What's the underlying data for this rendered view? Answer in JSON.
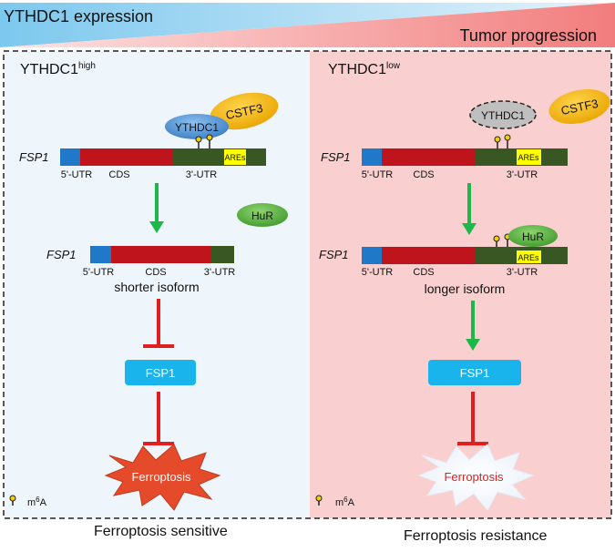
{
  "header": {
    "expression_label": "YTHDC1 expression",
    "progression_label": "Tumor progression"
  },
  "left_panel": {
    "title_base": "YTHDC1",
    "title_sup": "high",
    "protein_ythdc1": "YTHDC1",
    "protein_cstf3": "CSTF3",
    "protein_hur": "HuR",
    "gene_label_1": "FSP1",
    "gene_label_2": "FSP1",
    "utr5_label": "5'-UTR",
    "cds_label": "CDS",
    "utr3_label": "3'-UTR",
    "utr5_label_2": "5'-UTR",
    "cds_label_2": "CDS",
    "utr3_label_2": "3'-UTR",
    "ares_label": "AREs",
    "isoform_label": "shorter isoform",
    "protein_box": "FSP1",
    "outcome": "Ferroptosis",
    "legend_text": "m6A",
    "bottom_label": "Ferroptosis sensitive"
  },
  "right_panel": {
    "title_base": "YTHDC1",
    "title_sup": "low",
    "protein_ythdc1": "YTHDC1",
    "protein_cstf3": "CSTF3",
    "protein_hur": "HuR",
    "gene_label_1": "FSP1",
    "gene_label_2": "FSP1",
    "utr5_label": "5'-UTR",
    "cds_label": "CDS",
    "utr3_label": "3'-UTR",
    "utr5_label_2": "5'-UTR",
    "cds_label_2": "CDS",
    "utr3_label_2": "3'-UTR",
    "ares_label": "AREs",
    "ares_label_2": "AREs",
    "isoform_label": "longer isoform",
    "protein_box": "FSP1",
    "outcome": "Ferroptosis",
    "legend_text": "m6A",
    "bottom_label": "Ferroptosis resistance"
  },
  "colors": {
    "utr5": "#1f78c8",
    "cds": "#c0141c",
    "utr3": "#385723",
    "ares": "#ffff00",
    "protein_box": "#19b4ec",
    "inhibit": "#e02020",
    "activate": "#1db84a",
    "ferroptosis_burst": "#e54a2a",
    "hur": "#5fb844",
    "cstf3": "#f0b400",
    "ythdc1_high": "#4c8ed0",
    "ythdc1_low": "#bfbfbf"
  }
}
